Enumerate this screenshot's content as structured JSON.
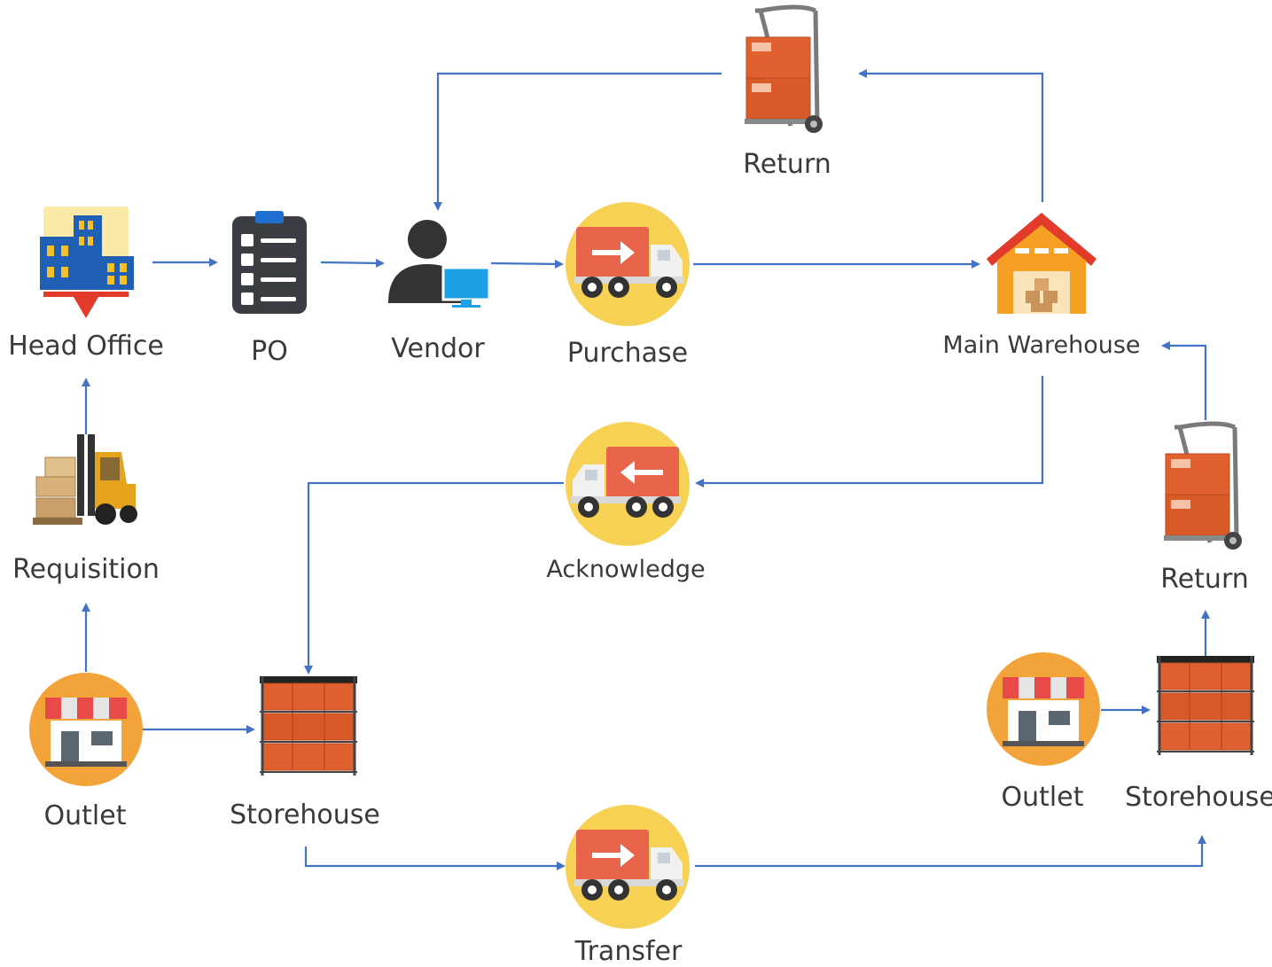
{
  "nodes": {
    "head_office": "Head Office",
    "po": "PO",
    "vendor": "Vendor",
    "purchase": "Purchase",
    "main_warehouse": "Main Warehouse",
    "return_top": "Return",
    "return_right": "Return",
    "acknowledge": "Acknowledge",
    "requisition": "Requisition",
    "outlet_left": "Outlet",
    "storehouse_left": "Storehouse",
    "transfer": "Transfer",
    "outlet_right": "Outlet",
    "storehouse_right": "Storehouse"
  },
  "colors": {
    "arrow": "#4472c4",
    "circle": "#f7d153",
    "outlet_circle": "#f2a43a",
    "truck_box": "#e8644a",
    "box": "#e0612f",
    "building_blue": "#1f5fb4",
    "building_yellow": "#f6c026",
    "roof_red": "#e23b2a",
    "warehouse_orange": "#f6a023"
  },
  "icons": {
    "head_office": "office-building-icon",
    "po": "clipboard-checklist-icon",
    "vendor": "user-computer-icon",
    "purchase": "delivery-truck-icon",
    "main_warehouse": "warehouse-icon",
    "return": "hand-truck-boxes-icon",
    "acknowledge": "delivery-truck-icon",
    "requisition": "forklift-icon",
    "outlet": "store-icon",
    "storehouse": "storage-rack-icon",
    "transfer": "delivery-truck-icon"
  }
}
